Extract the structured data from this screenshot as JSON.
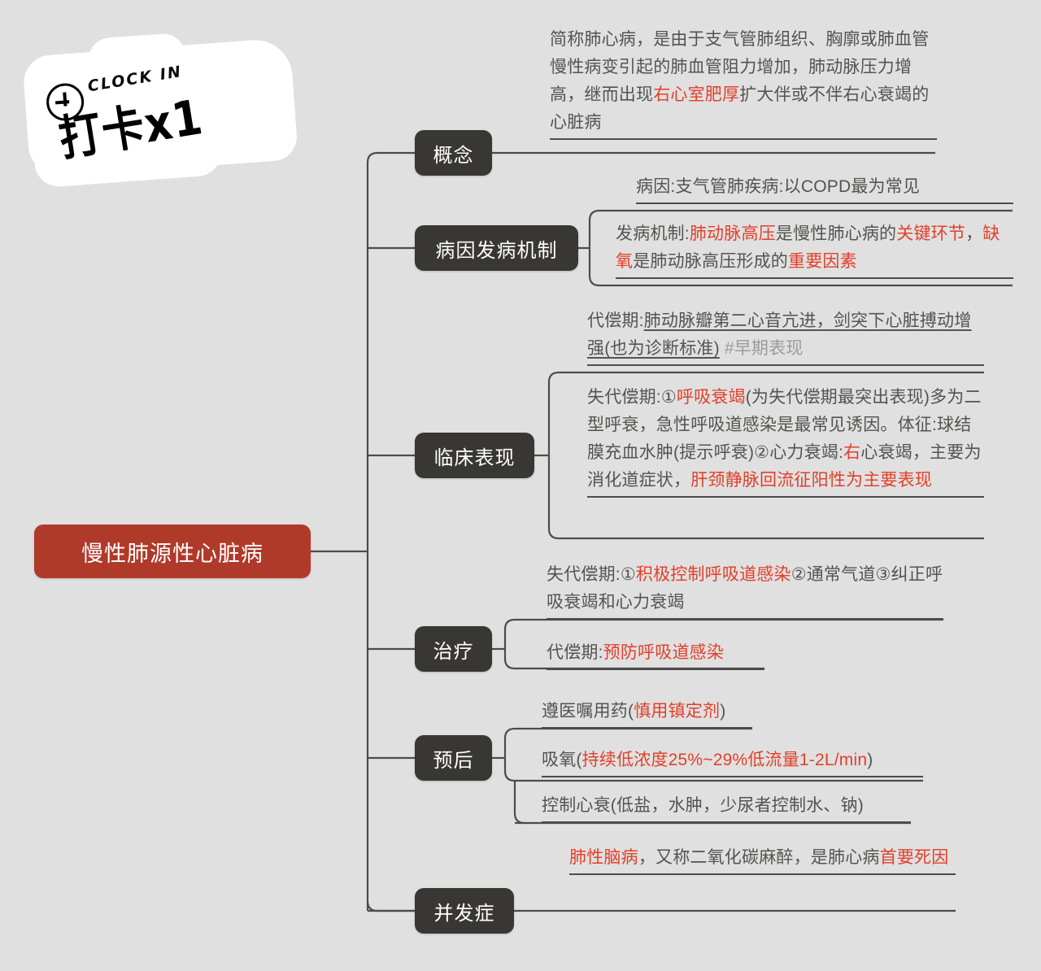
{
  "badge": {
    "plus_icon": "plus-circle-icon",
    "en_label": "CLOCK IN",
    "cn_label": "打卡x1"
  },
  "colors": {
    "background": "#e0e0e0",
    "root_fill": "#b03a2a",
    "branch_fill": "#383734",
    "wire": "#4c4c4c",
    "body_text": "#53534f",
    "highlight_red": "#e2402b",
    "tag_gray": "#9b9b97"
  },
  "mindmap": {
    "root": {
      "label": "慢性肺源性心脏病"
    },
    "branches": [
      {
        "id": "concept",
        "label": "概念"
      },
      {
        "id": "etiology",
        "label": "病因发病机制"
      },
      {
        "id": "clinical",
        "label": "临床表现"
      },
      {
        "id": "treatment",
        "label": "治疗"
      },
      {
        "id": "prognosis",
        "label": "预后"
      },
      {
        "id": "complication",
        "label": "并发症"
      }
    ],
    "leaves": {
      "concept": [
        {
          "id": "concept-1",
          "runs": [
            {
              "t": "简称肺心病，是由于支气管肺组织、胸廓或肺血管慢性病变引起的肺血管阻力增加，肺动脉压力增高，继而出现",
              "s": "normal"
            },
            {
              "t": "右心室肥厚",
              "s": "hl"
            },
            {
              "t": "扩大伴或不伴右心衰竭的心脏病",
              "s": "normal"
            }
          ]
        }
      ],
      "etiology": [
        {
          "id": "etiology-1",
          "runs": [
            {
              "t": "病因:支气管肺疾病:以COPD最为常见",
              "s": "normal"
            }
          ]
        },
        {
          "id": "etiology-2",
          "runs": [
            {
              "t": "发病机制:",
              "s": "normal"
            },
            {
              "t": "肺动脉高压",
              "s": "hl"
            },
            {
              "t": "是慢性肺心病的",
              "s": "normal"
            },
            {
              "t": "关键环节",
              "s": "hl"
            },
            {
              "t": "，",
              "s": "normal"
            },
            {
              "t": "缺氧",
              "s": "hl"
            },
            {
              "t": "是肺动脉高压形成的",
              "s": "normal"
            },
            {
              "t": "重要因素",
              "s": "hl"
            }
          ]
        }
      ],
      "clinical": [
        {
          "id": "clinical-1",
          "runs": [
            {
              "t": "代偿期:",
              "s": "normal"
            },
            {
              "t": "肺动脉瓣第二心音亢进，剑突下心脏搏动增强(也为诊断标准)",
              "s": "u"
            },
            {
              "t": " #早期表现",
              "s": "tag"
            }
          ]
        },
        {
          "id": "clinical-2",
          "runs": [
            {
              "t": "失代偿期:①",
              "s": "normal"
            },
            {
              "t": "呼吸衰竭",
              "s": "hl"
            },
            {
              "t": "(为失代偿期最突出表现)多为二型呼衰，急性呼吸道感染是最常见诱因。体征:球结膜充血水肿(提示呼衰)②心力衰竭:",
              "s": "normal"
            },
            {
              "t": "右",
              "s": "hl"
            },
            {
              "t": "心衰竭，主要为消化道症状，",
              "s": "normal"
            },
            {
              "t": "肝颈静脉回流征阳性为主要表现",
              "s": "hl"
            }
          ]
        }
      ],
      "treatment": [
        {
          "id": "treatment-1",
          "runs": [
            {
              "t": "失代偿期:①",
              "s": "normal"
            },
            {
              "t": "积极控制呼吸道感染",
              "s": "hl"
            },
            {
              "t": "②通常气道③纠正呼吸衰竭和心力衰竭",
              "s": "normal"
            }
          ]
        },
        {
          "id": "treatment-2",
          "runs": [
            {
              "t": "代偿期:",
              "s": "normal"
            },
            {
              "t": "预防呼吸道感染",
              "s": "hl"
            }
          ]
        }
      ],
      "prognosis": [
        {
          "id": "prognosis-1",
          "runs": [
            {
              "t": "遵医嘱用药(",
              "s": "normal"
            },
            {
              "t": "慎用镇定剂",
              "s": "hl"
            },
            {
              "t": ")",
              "s": "normal"
            }
          ]
        },
        {
          "id": "prognosis-2",
          "runs": [
            {
              "t": "吸氧(",
              "s": "normal"
            },
            {
              "t": "持续低浓度25%~29%低流量1-2L/min",
              "s": "hl"
            },
            {
              "t": ")",
              "s": "normal"
            }
          ]
        },
        {
          "id": "prognosis-3",
          "runs": [
            {
              "t": "控制心衰(低盐，水肿，少尿者控制水、钠)",
              "s": "normal"
            }
          ]
        }
      ],
      "complication": [
        {
          "id": "complication-1",
          "runs": [
            {
              "t": "肺性脑病",
              "s": "hl"
            },
            {
              "t": "，又称二氧化碳麻醉，是肺心病",
              "s": "normal"
            },
            {
              "t": "首要死因",
              "s": "hl"
            }
          ]
        }
      ]
    }
  }
}
